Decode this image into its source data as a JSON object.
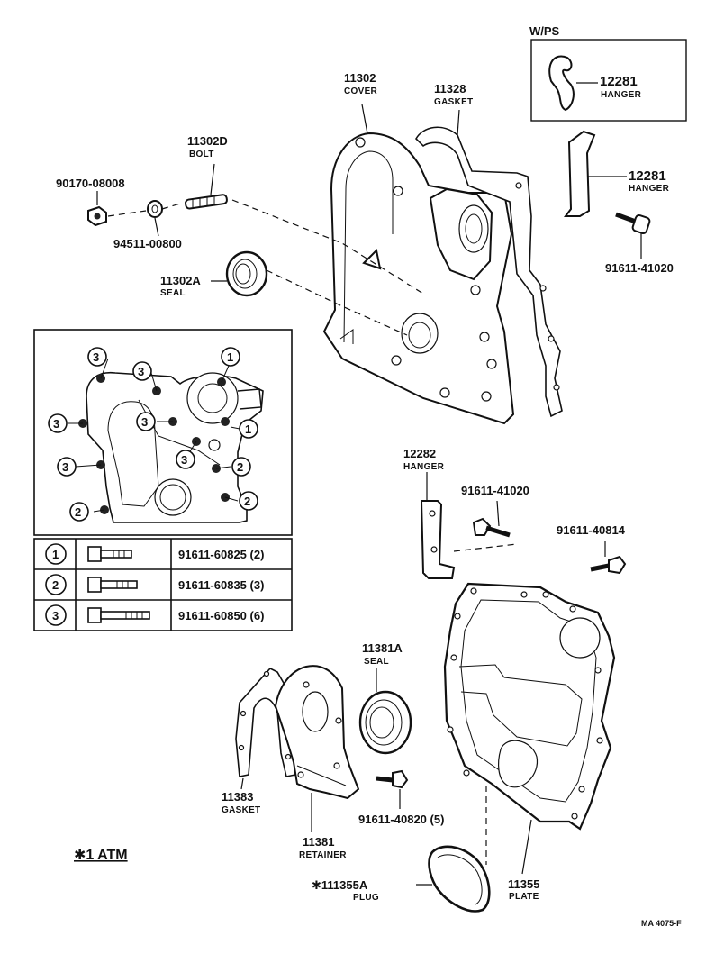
{
  "callouts": {
    "wps_label": "W/PS",
    "hanger_top": {
      "number": "12281",
      "name": "HANGER"
    },
    "hanger_mid": {
      "number": "12281",
      "name": "HANGER"
    },
    "bolt_91611_41020_top": {
      "number": "91611-41020"
    },
    "cover": {
      "number": "11302",
      "name": "COVER"
    },
    "gasket_top": {
      "number": "11328",
      "name": "GASKET"
    },
    "bolt_11302d": {
      "number": "11302D",
      "name": "BOLT"
    },
    "nut_90170": {
      "number": "90170-08008"
    },
    "washer_94511": {
      "number": "94511-00800"
    },
    "seal_11302a": {
      "number": "11302A",
      "name": "SEAL"
    },
    "hanger_12282": {
      "number": "12282",
      "name": "HANGER"
    },
    "bolt_91611_41020_low": {
      "number": "91611-41020"
    },
    "bolt_91611_40814": {
      "number": "91611-40814"
    },
    "seal_11381a": {
      "number": "11381A",
      "name": "SEAL"
    },
    "gasket_11383": {
      "number": "11383",
      "name": "GASKET"
    },
    "bolt_91611_40820": {
      "number": "91611-40820 (5)"
    },
    "retainer_11381": {
      "number": "11381",
      "name": "RETAINER"
    },
    "plug": {
      "number": "✱111355A",
      "name": "PLUG"
    },
    "plate_11355": {
      "number": "11355",
      "name": "PLATE"
    },
    "footnote": "✱1 ATM",
    "diagram_code": "MA 4075-F"
  },
  "bolt_legend": {
    "markers": [
      "1",
      "2",
      "3"
    ],
    "rows": [
      {
        "marker": "1",
        "part": "91611-60825 (2)"
      },
      {
        "marker": "2",
        "part": "91611-60835 (3)"
      },
      {
        "marker": "3",
        "part": "91611-60850 (6)"
      }
    ]
  }
}
